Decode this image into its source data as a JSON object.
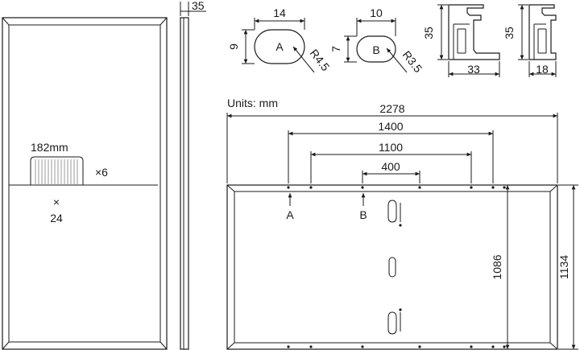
{
  "units_label": "Units: mm",
  "front_view": {
    "cell_label": "182mm",
    "cells_across_label": "×6",
    "cells_down_symbol": "×",
    "cells_down_value": "24"
  },
  "side_view": {
    "thickness_label": "35"
  },
  "hole_a": {
    "letter": "A",
    "width_label": "14",
    "height_label": "9",
    "radius_label": "R4.5"
  },
  "hole_b": {
    "letter": "B",
    "width_label": "10",
    "height_label": "7",
    "radius_label": "R3.5"
  },
  "frame_profile_long": {
    "height_label": "35",
    "width_label": "33"
  },
  "frame_profile_short": {
    "height_label": "35",
    "width_label": "18"
  },
  "back_view": {
    "length_label": "2278",
    "hole_span_1400": "1400",
    "hole_span_1100": "1100",
    "hole_span_400": "400",
    "width_label": "1134",
    "inner_width_label": "1086",
    "marker_a": "A",
    "marker_b": "B"
  }
}
